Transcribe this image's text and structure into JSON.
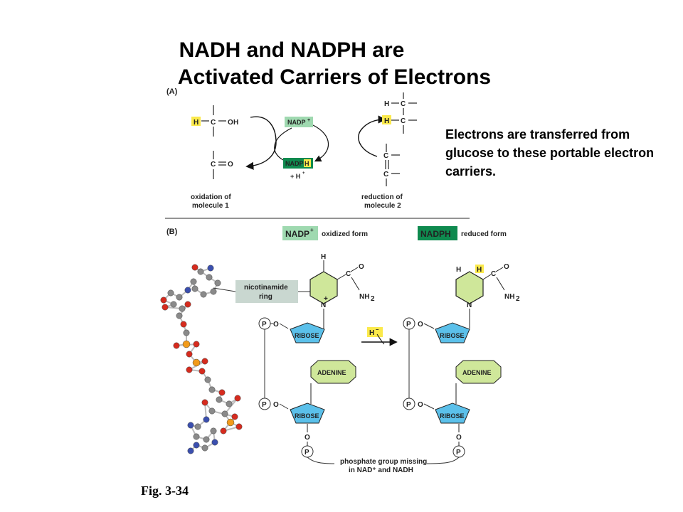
{
  "title": {
    "line1": "NADH and NADPH are",
    "line2": "Activated Carriers of Electrons"
  },
  "side_note": "Electrons are transferred from glucose to these portable electron carriers.",
  "figure_label": "Fig. 3-34",
  "panel_a": {
    "label": "(A)",
    "nadp_plus": "NADP",
    "nadp_plus_sup": "+",
    "nadph": "NADP",
    "nadph_h": "H",
    "plus_h": "+ H",
    "plus_h_sup": "+",
    "oxidation_line1": "oxidation of",
    "oxidation_line2": "molecule 1",
    "reduction_line1": "reduction of",
    "reduction_line2": "molecule 2"
  },
  "panel_b": {
    "label": "(B)",
    "nadp_plus": "NADP",
    "nadp_plus_sup": "+",
    "oxidized_form": "oxidized form",
    "nadph": "NADPH",
    "reduced_form": "reduced form",
    "nicotinamide_line1": "nicotinamide",
    "nicotinamide_line2": "ring",
    "ribose": "RIBOSE",
    "adenine": "ADENINE",
    "phosphate": "P",
    "hydride": "H",
    "hydride_sup": "–",
    "missing_line1": "phosphate group missing",
    "missing_line2": "in NAD⁺ and NADH"
  },
  "colors": {
    "nadp_box": "#9fd9b0",
    "nadph_box": "#0f8a4f",
    "highlight": "#fbe94b",
    "ribose": "#5bc0ea",
    "adenine": "#cfe79a",
    "nicotinamide_box": "#c9d7d0",
    "carbon": "#8a8a8a",
    "oxygen": "#d62b1e",
    "nitrogen": "#3b4fae",
    "phosphorus": "#f29b1a"
  }
}
